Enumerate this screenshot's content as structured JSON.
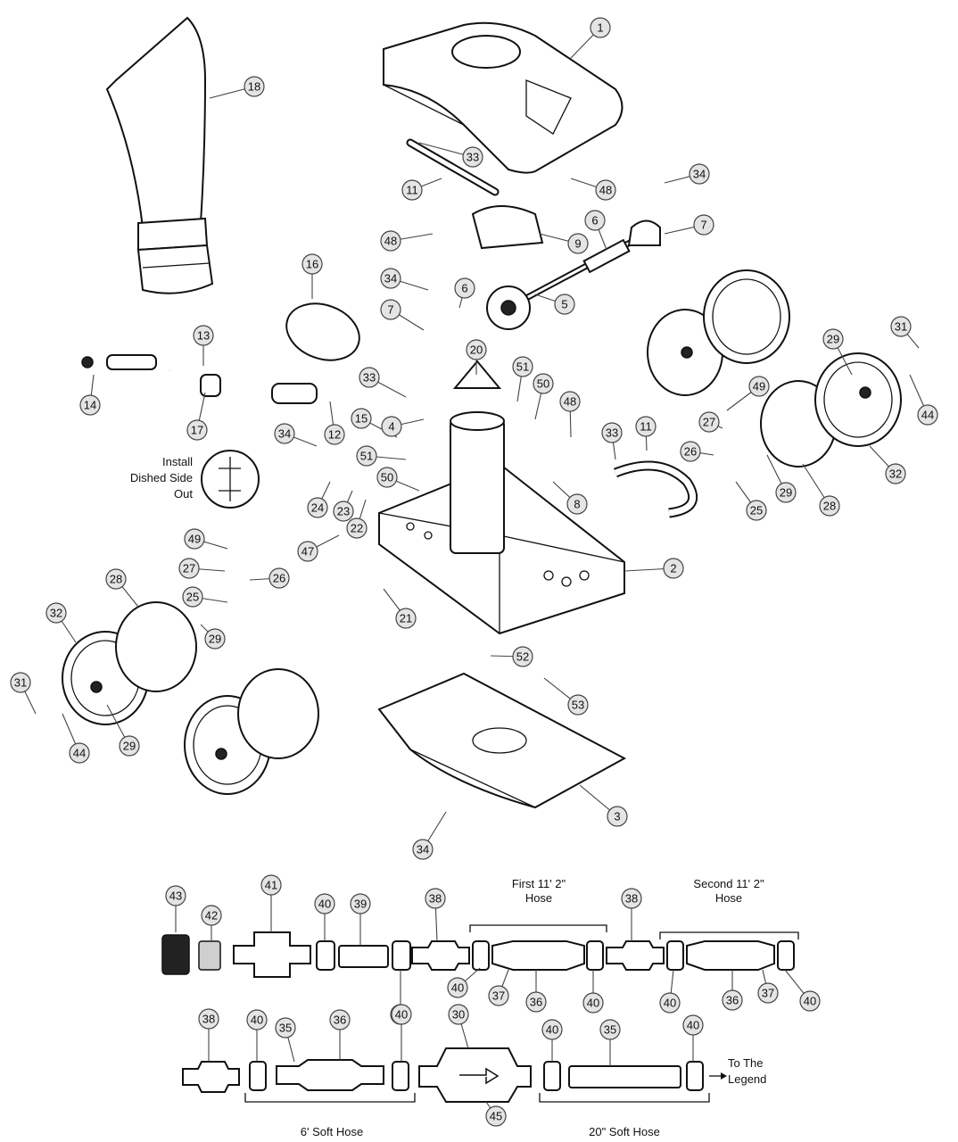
{
  "diagram": {
    "callout_numbers": [
      "1",
      "2",
      "3",
      "4",
      "5",
      "6",
      "7",
      "8",
      "9",
      "11",
      "12",
      "13",
      "14",
      "15",
      "16",
      "17",
      "18",
      "20",
      "21",
      "22",
      "23",
      "24",
      "25",
      "26",
      "27",
      "28",
      "29",
      "30",
      "31",
      "32",
      "33",
      "34",
      "35",
      "36",
      "37",
      "38",
      "39",
      "40",
      "41",
      "42",
      "43",
      "44",
      "45",
      "47",
      "48",
      "49",
      "50",
      "51",
      "52",
      "53"
    ],
    "notes": {
      "install_line1": "Install",
      "install_line2": "Dished Side",
      "install_line3": "Out",
      "first_hose_line1": "First 11' 2\"",
      "first_hose_line2": "Hose",
      "second_hose_line1": "Second 11' 2\"",
      "second_hose_line2": "Hose",
      "soft_hose_6": "6' Soft Hose",
      "soft_hose_20": "20\" Soft Hose",
      "to_legend_line1": "To The",
      "to_legend_line2": "Legend"
    }
  }
}
